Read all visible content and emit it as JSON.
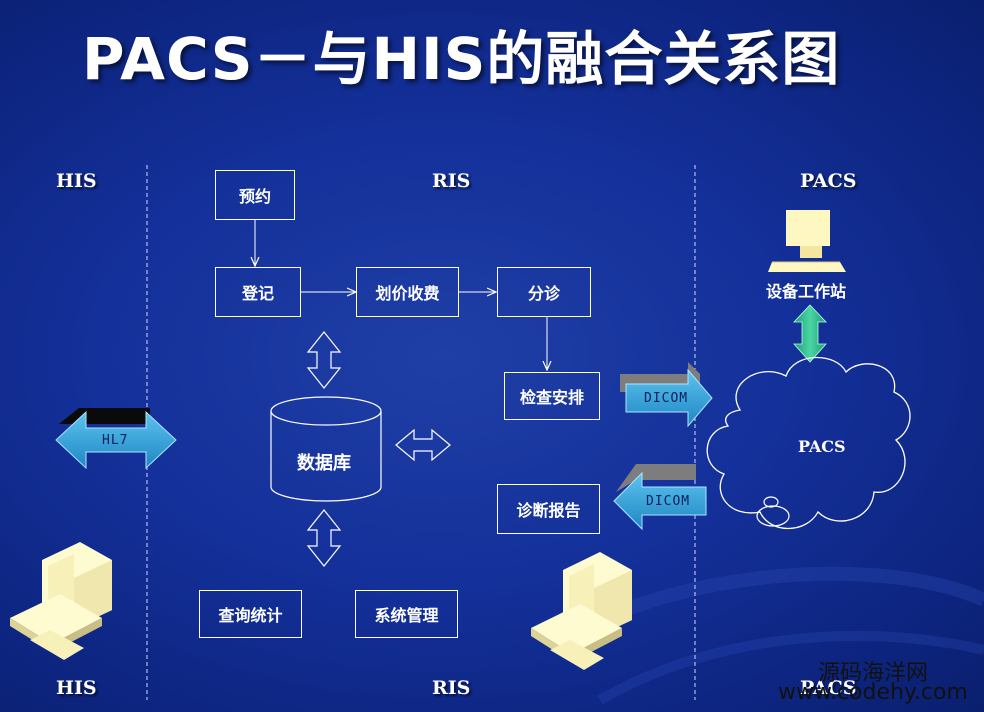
{
  "title": "PACS－与HIS的融合关系图",
  "sections": {
    "his": "HIS",
    "ris": "RIS",
    "pacs": "PACS"
  },
  "boxes": {
    "appointment": "预约",
    "registration": "登记",
    "pricing": "划价收费",
    "triage": "分诊",
    "exam_schedule": "检查安排",
    "database": "数据库",
    "diagnosis_report": "诊断报告",
    "query_stats": "查询统计",
    "system_mgmt": "系统管理"
  },
  "workstation_label": "设备工作站",
  "pacs_cloud_label": "PACS",
  "arrows": {
    "dicom_out": "DICOM",
    "dicom_in": "DICOM",
    "hl7": "HL7"
  },
  "watermark": {
    "line1": "源码海洋网",
    "line2": "www.codehy.com"
  },
  "colors": {
    "background": "#14309a",
    "arrow_cyan": "#2b9bd6",
    "arrow_green": "#2bb58a",
    "computer_cream": "#fffbd0"
  }
}
